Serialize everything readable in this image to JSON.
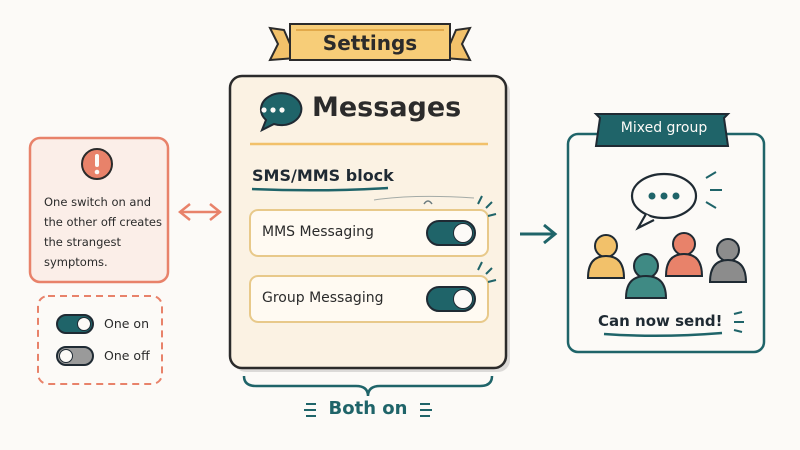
{
  "banner": {
    "title": "Settings"
  },
  "card": {
    "title": "Messages",
    "block_title": "SMS/MMS block",
    "rows": [
      {
        "label": "MMS Messaging",
        "state": "on"
      },
      {
        "label": "Group Messaging",
        "state": "on"
      }
    ],
    "footer": "Both on"
  },
  "warning": {
    "text": "One switch on and the other off creates the strangest symptoms.",
    "legend": [
      {
        "label": "One on",
        "state": "on"
      },
      {
        "label": "One off",
        "state": "off"
      }
    ]
  },
  "group": {
    "title": "Mixed group",
    "caption": "Can now send!"
  },
  "colors": {
    "teal": "#1f6469",
    "dark": "#1f2a33",
    "orange": "#e8826a",
    "yellow": "#f2c16a",
    "grey": "#8c8c8c",
    "card_bg": "#fbf2e3",
    "warn_bg": "#fbeee8"
  }
}
